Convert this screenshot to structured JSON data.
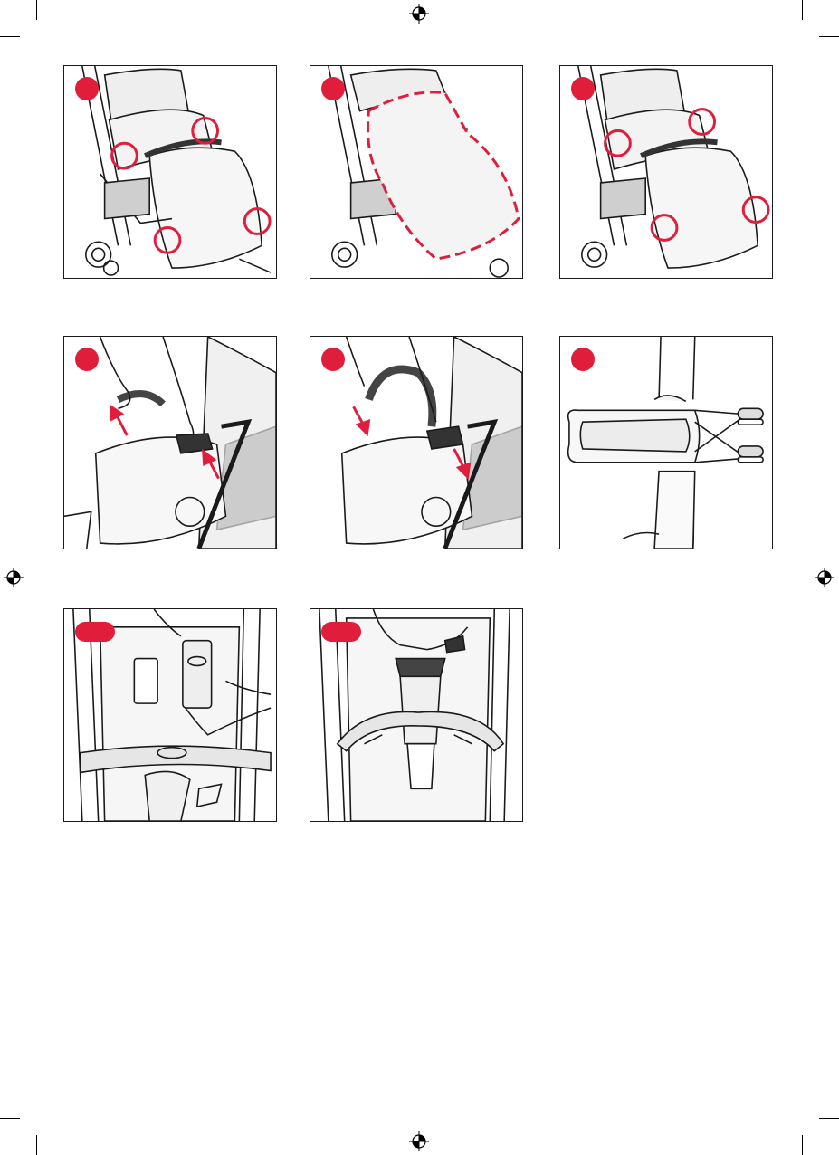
{
  "colors": {
    "accent": "#e01e3c",
    "line": "#1a1a1a",
    "shade": "#d9d9d9",
    "mesh": "#9a9a9a"
  },
  "figures": [
    {
      "id": "fig-a",
      "icon": "footmuff-attach-points",
      "badge": "round"
    },
    {
      "id": "fig-b",
      "icon": "footmuff-outline",
      "badge": "round"
    },
    {
      "id": "fig-c",
      "icon": "footmuff-attach-points-alt",
      "badge": "round"
    },
    {
      "id": "fig-d",
      "icon": "bumper-bar-remove",
      "badge": "round"
    },
    {
      "id": "fig-e",
      "icon": "bumper-bar-insert",
      "badge": "round"
    },
    {
      "id": "fig-f",
      "icon": "stroller-folded-standing",
      "badge": "round"
    },
    {
      "id": "fig-g",
      "icon": "harness-buckle-detail",
      "badge": "wide"
    },
    {
      "id": "fig-h",
      "icon": "crotch-strap-detail",
      "badge": "wide"
    }
  ]
}
